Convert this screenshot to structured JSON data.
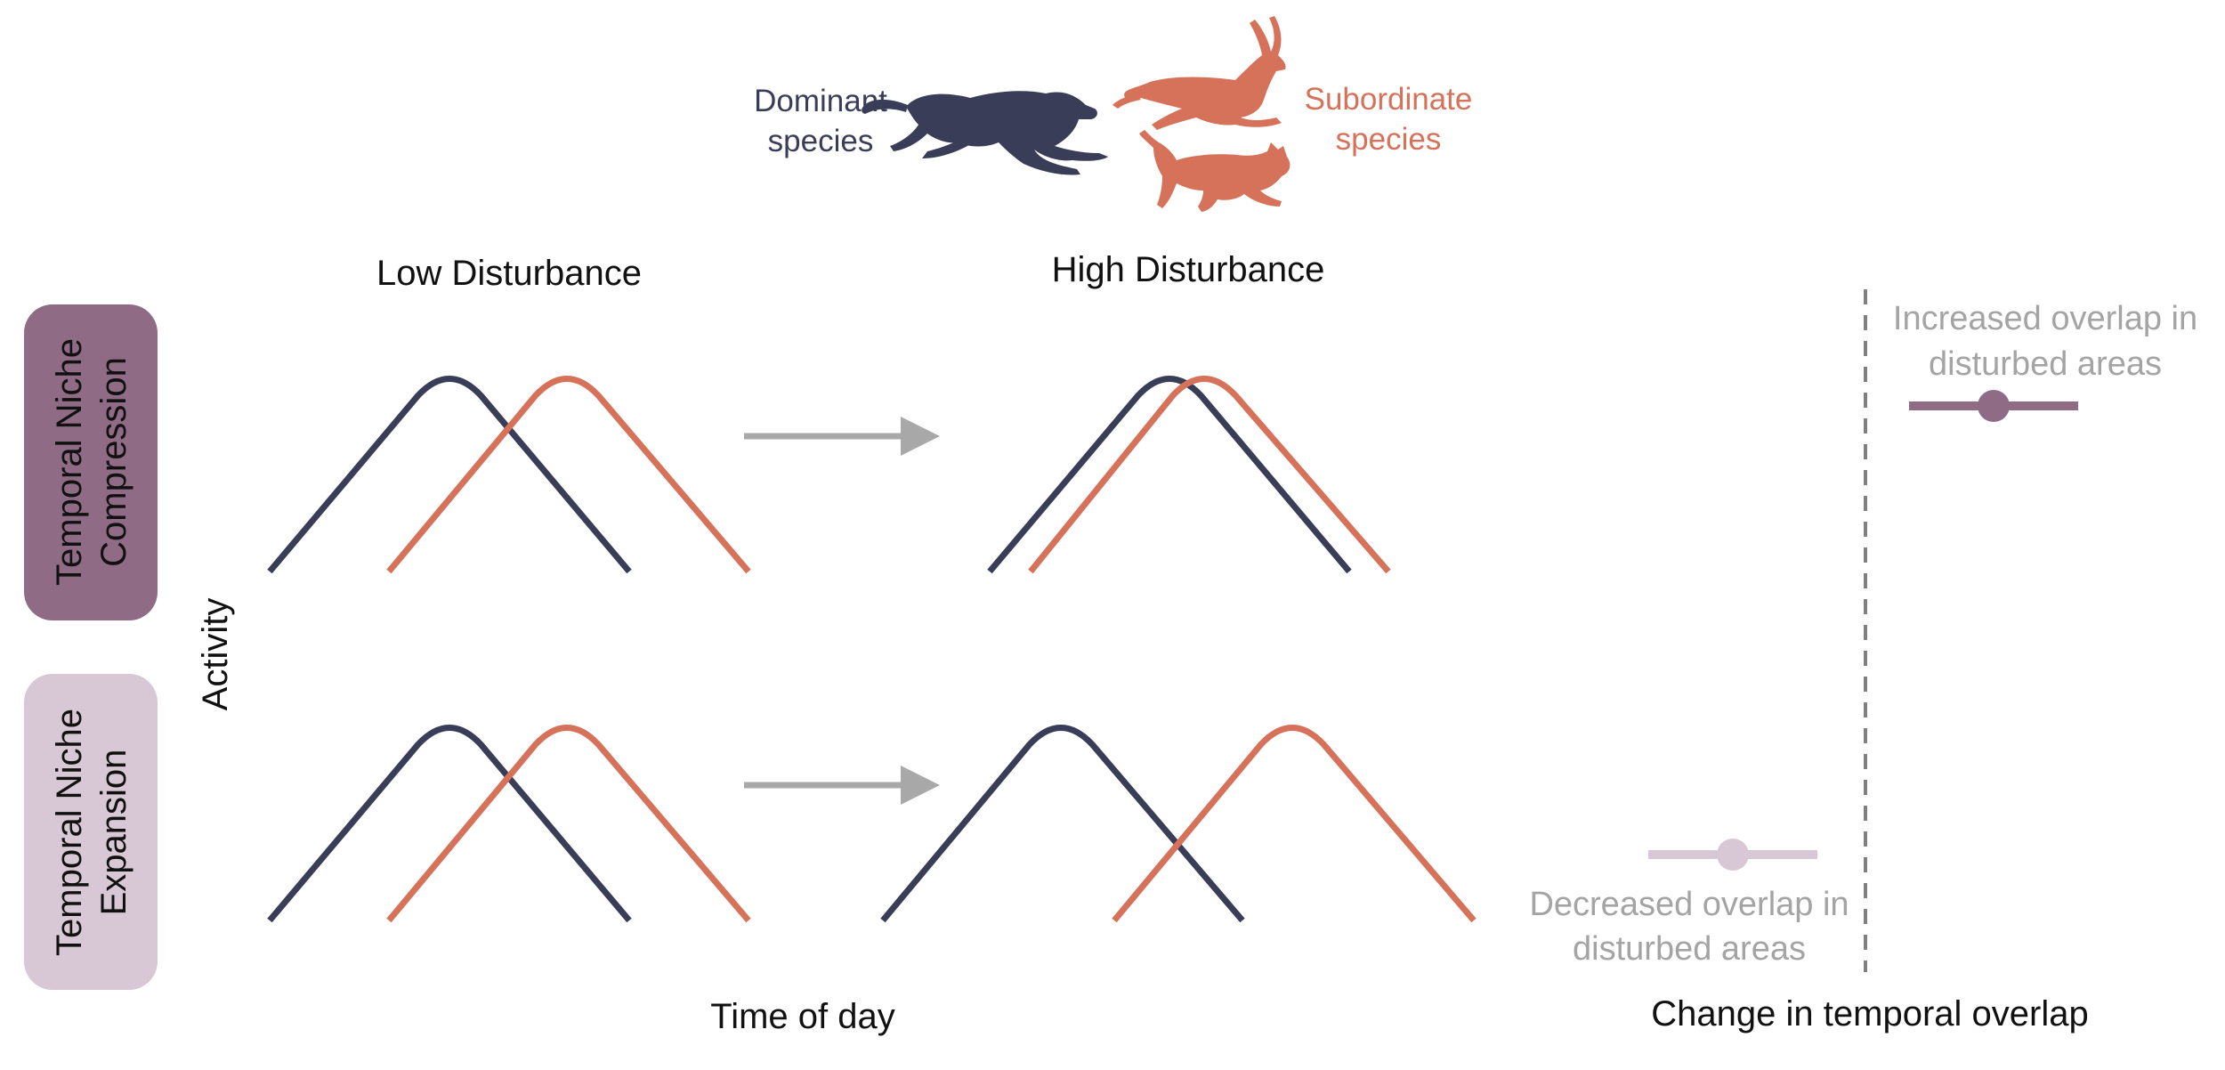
{
  "legend": {
    "dominant": "Dominant species",
    "dominant_lines": [
      "Dominant",
      "species"
    ],
    "subordinate": "Subordinate species",
    "subordinate_lines": [
      "Subordinate",
      "species"
    ],
    "dominant_icon": "cheetah-silhouette-icon",
    "subordinate_icons": [
      "gazelle-silhouette-icon",
      "small-cat-silhouette-icon"
    ]
  },
  "columns": {
    "low": "Low Disturbance",
    "high": "High Disturbance"
  },
  "rows": {
    "compression": "Temporal Niche Compression",
    "compression_lines": [
      "Temporal Niche",
      "Compression"
    ],
    "expansion": "Temporal Niche Expansion",
    "expansion_lines": [
      "Temporal Niche",
      "Expansion"
    ]
  },
  "axes": {
    "y": "Activity",
    "x": "Time of day",
    "overlap": "Change in temporal overlap"
  },
  "annotations": {
    "increased": "Increased overlap in disturbed areas",
    "increased_lines": [
      "Increased overlap in",
      "disturbed areas"
    ],
    "decreased": "Decreased overlap in disturbed areas",
    "decreased_lines": [
      "Decreased overlap in",
      "disturbed areas"
    ]
  },
  "colors": {
    "dominant": "#3a3d57",
    "subordinate": "#d6725a",
    "compression_box": "#8f6b85",
    "expansion_box": "#d8c8d5",
    "arrow": "#a8a8a8",
    "increased_marker": "#8f6b85",
    "decreased_marker": "#d8c8d5",
    "annotation_text": "#a4a4a4",
    "dashed_line": "#808080"
  },
  "arrow_icon": "right-arrow-icon"
}
